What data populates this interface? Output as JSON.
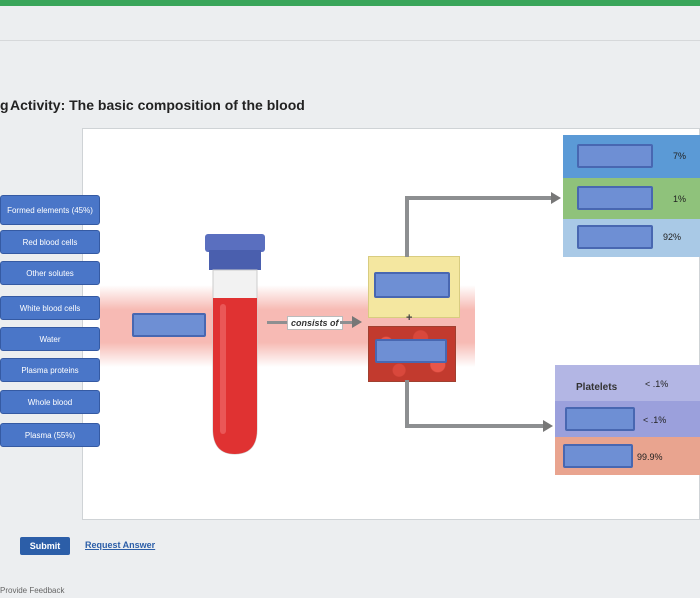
{
  "title": "Activity: The basic composition of the blood",
  "title_fragment": "g",
  "labels": [
    "Formed elements (45%)",
    "Red blood cells",
    "Other solutes",
    "White blood cells",
    "Water",
    "Plasma proteins",
    "Whole blood",
    "Plasma (55%)"
  ],
  "diagram": {
    "consists_label": "consists of",
    "plus_sign": "+",
    "platelets_label": "Platelets"
  },
  "plasma_percentages": [
    "7%",
    "1%",
    "92%"
  ],
  "formed_percentages": [
    "< .1%",
    "< .1%",
    "99.9%"
  ],
  "actions": {
    "submit": "Submit",
    "request": "Request Answer",
    "feedback": "Provide Feedback"
  },
  "colors": {
    "accent_green": "#3aa55a",
    "label_blue": "#4a76c8",
    "tier_blue": "#5b9ad6",
    "tier_green": "#8fc27b",
    "tier_lightblue": "#a9c9e6",
    "tier_lavender": "#b3b6e4",
    "tier_purple": "#9ba0dc",
    "tier_salmon": "#e9a48f"
  }
}
